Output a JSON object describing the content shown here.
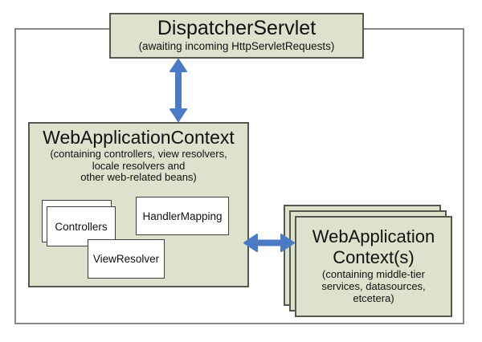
{
  "colors": {
    "box_fill": "#dde2cd",
    "box_border": "#55584e",
    "outer_frame_border": "#878787",
    "arrow_blue": "#4a7bc4",
    "bean_box_fill": "#ffffff",
    "bean_box_border": "#3f3f3f",
    "text": "#111111"
  },
  "dispatcher": {
    "title": "DispatcherServlet",
    "subtitle": "(awaiting incoming HttpServletRequests)"
  },
  "web_app_context": {
    "title": "WebApplicationContext",
    "subtitle_lines": [
      "(containing controllers, view resolvers,",
      "locale resolvers and",
      "other web-related beans)"
    ],
    "beans": {
      "controllers": "Controllers",
      "handler_mapping": "HandlerMapping",
      "view_resolver": "ViewResolver"
    }
  },
  "middle_tier_contexts": {
    "title_lines": [
      "WebApplication",
      "Context(s)"
    ],
    "subtitle_lines": [
      "(containing middle-tier",
      "services, datasources,",
      "etcetera)"
    ]
  }
}
